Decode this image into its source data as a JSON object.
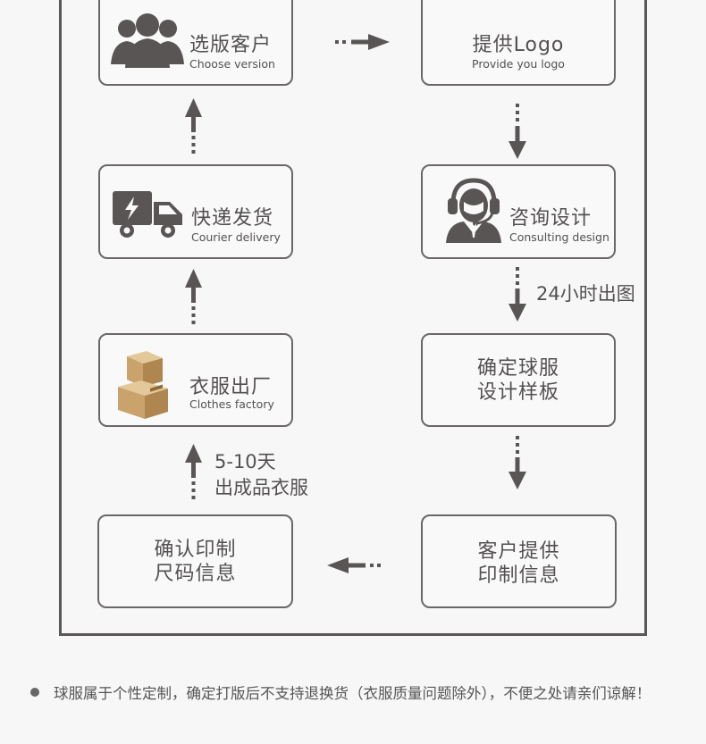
{
  "steps": {
    "choose": {
      "title": "选版客户",
      "subtitle": "Choose version"
    },
    "logo": {
      "title": "提供Logo",
      "subtitle": "Provide you logo"
    },
    "consult": {
      "title": "咨询设计",
      "subtitle": "Consulting design"
    },
    "delivery": {
      "title": "快递发货",
      "subtitle": "Courier delivery"
    },
    "factory": {
      "title": "衣服出厂",
      "subtitle": "Clothes factory"
    },
    "confirm_design": {
      "line1": "确定球服",
      "line2": "设计样板"
    },
    "confirm_print": {
      "line1": "确认印制",
      "line2": "尺码信息"
    },
    "customer_print": {
      "line1": "客户提供",
      "line2": "印制信息"
    }
  },
  "labels": {
    "time_24h": "24小时出图",
    "days_line1": "5-10天",
    "days_line2": "出成品衣服"
  },
  "note": {
    "text": "球服属于个性定制，确定打版后不支持退换货（衣服质量问题除外），不便之处请亲们谅解！"
  },
  "icons": {
    "people": "people-group-icon",
    "truck": "delivery-truck-icon",
    "headset": "customer-service-icon",
    "boxes": "cardboard-boxes-icon"
  }
}
